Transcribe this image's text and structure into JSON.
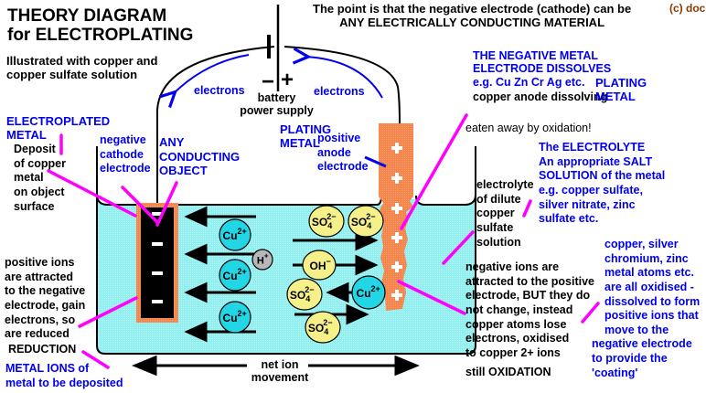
{
  "title": [
    "THEORY DIAGRAM",
    "for ELECTROPLATING"
  ],
  "subtitle": [
    "Illustrated with copper and",
    "copper sulfate solution"
  ],
  "top_note": [
    "The point is that the negative electrode (cathode) can be",
    "ANY ELECTRICALLY CONDUCTING MATERIAL"
  ],
  "copyright": "(c) doc",
  "battery": {
    "label": [
      "battery",
      "power supply"
    ],
    "neg_sign": "−",
    "pos_sign": "+"
  },
  "electrons_left": "electrons",
  "electrons_right": "electrons",
  "anode_note": {
    "heading": [
      "THE NEGATIVE METAL",
      "ELECTRODE DISSOLVES"
    ],
    "examples": "e.g. Cu Zn Cr Ag etc.",
    "dissolving": "copper anode dissolving",
    "plating_metal": [
      "PLATING",
      "METAL"
    ],
    "eaten": "eaten away by oxidation!"
  },
  "electroplated_metal": [
    "ELECTROPLATED",
    "METAL"
  ],
  "deposit": [
    "Deposit",
    "of copper",
    "metal",
    "on object",
    "surface"
  ],
  "cathode_label": [
    "negative",
    "cathode",
    "electrode"
  ],
  "any_object": [
    "ANY",
    "CONDUCTING",
    "OBJECT"
  ],
  "plating_metal_left": [
    "PLATING",
    "METAL"
  ],
  "anode_label": [
    "positive",
    "anode",
    "electrode"
  ],
  "electrolyte_label": [
    "electrolyte",
    "of dilute",
    "copper",
    "sulfate",
    "solution"
  ],
  "electrolyte_note": [
    "The ELECTROLYTE",
    "An appropriate SALT",
    "SOLUTION of the metal",
    "e.g. copper sulfate,",
    "silver nitrate, zinc",
    "sulfate etc."
  ],
  "reduction_note": [
    "positive ions",
    "are attracted",
    "to the negative",
    "electrode, gain",
    "electrons, so",
    "are reduced"
  ],
  "reduction_word": "REDUCTION",
  "metal_ions_note": [
    "METAL IONS of",
    "metal to be deposited"
  ],
  "oxidation_note": [
    "negative ions are",
    "attracted to the positive",
    "electrode, BUT they do",
    "not change, instead",
    "copper atoms lose",
    "electrons, oxidised",
    "to copper 2+ ions"
  ],
  "oxidation_word": "still OXIDATION",
  "metal_atoms_note": [
    "copper, silver",
    "chromium, zinc",
    "metal atoms etc.",
    "are all oxidised -",
    "dissolved to form",
    "positive ions that",
    "move to the",
    "negative electrode",
    "to provide the",
    "'coating'"
  ],
  "net_movement": [
    "net ion",
    "movement"
  ],
  "electrode_signs": {
    "cathode": "−",
    "anode": "+"
  },
  "ions": {
    "cu": {
      "base": "Cu",
      "charge": "2+"
    },
    "h": {
      "base": "H",
      "charge": "+"
    },
    "so4": {
      "base": "SO",
      "sub": "4",
      "charge": "2−"
    },
    "oh": {
      "base": "OH",
      "charge": "−"
    }
  },
  "colors": {
    "solution": "#8fefef",
    "anode": "#f4834a",
    "cathode": "#000000",
    "cathode_coating": "#f4834a",
    "cu_ion": "#22d6e6",
    "h_ion": "#b8b8b8",
    "anion": "#f6f08a",
    "pointer": "#ff00ff",
    "blue_text": "#0000ee"
  }
}
